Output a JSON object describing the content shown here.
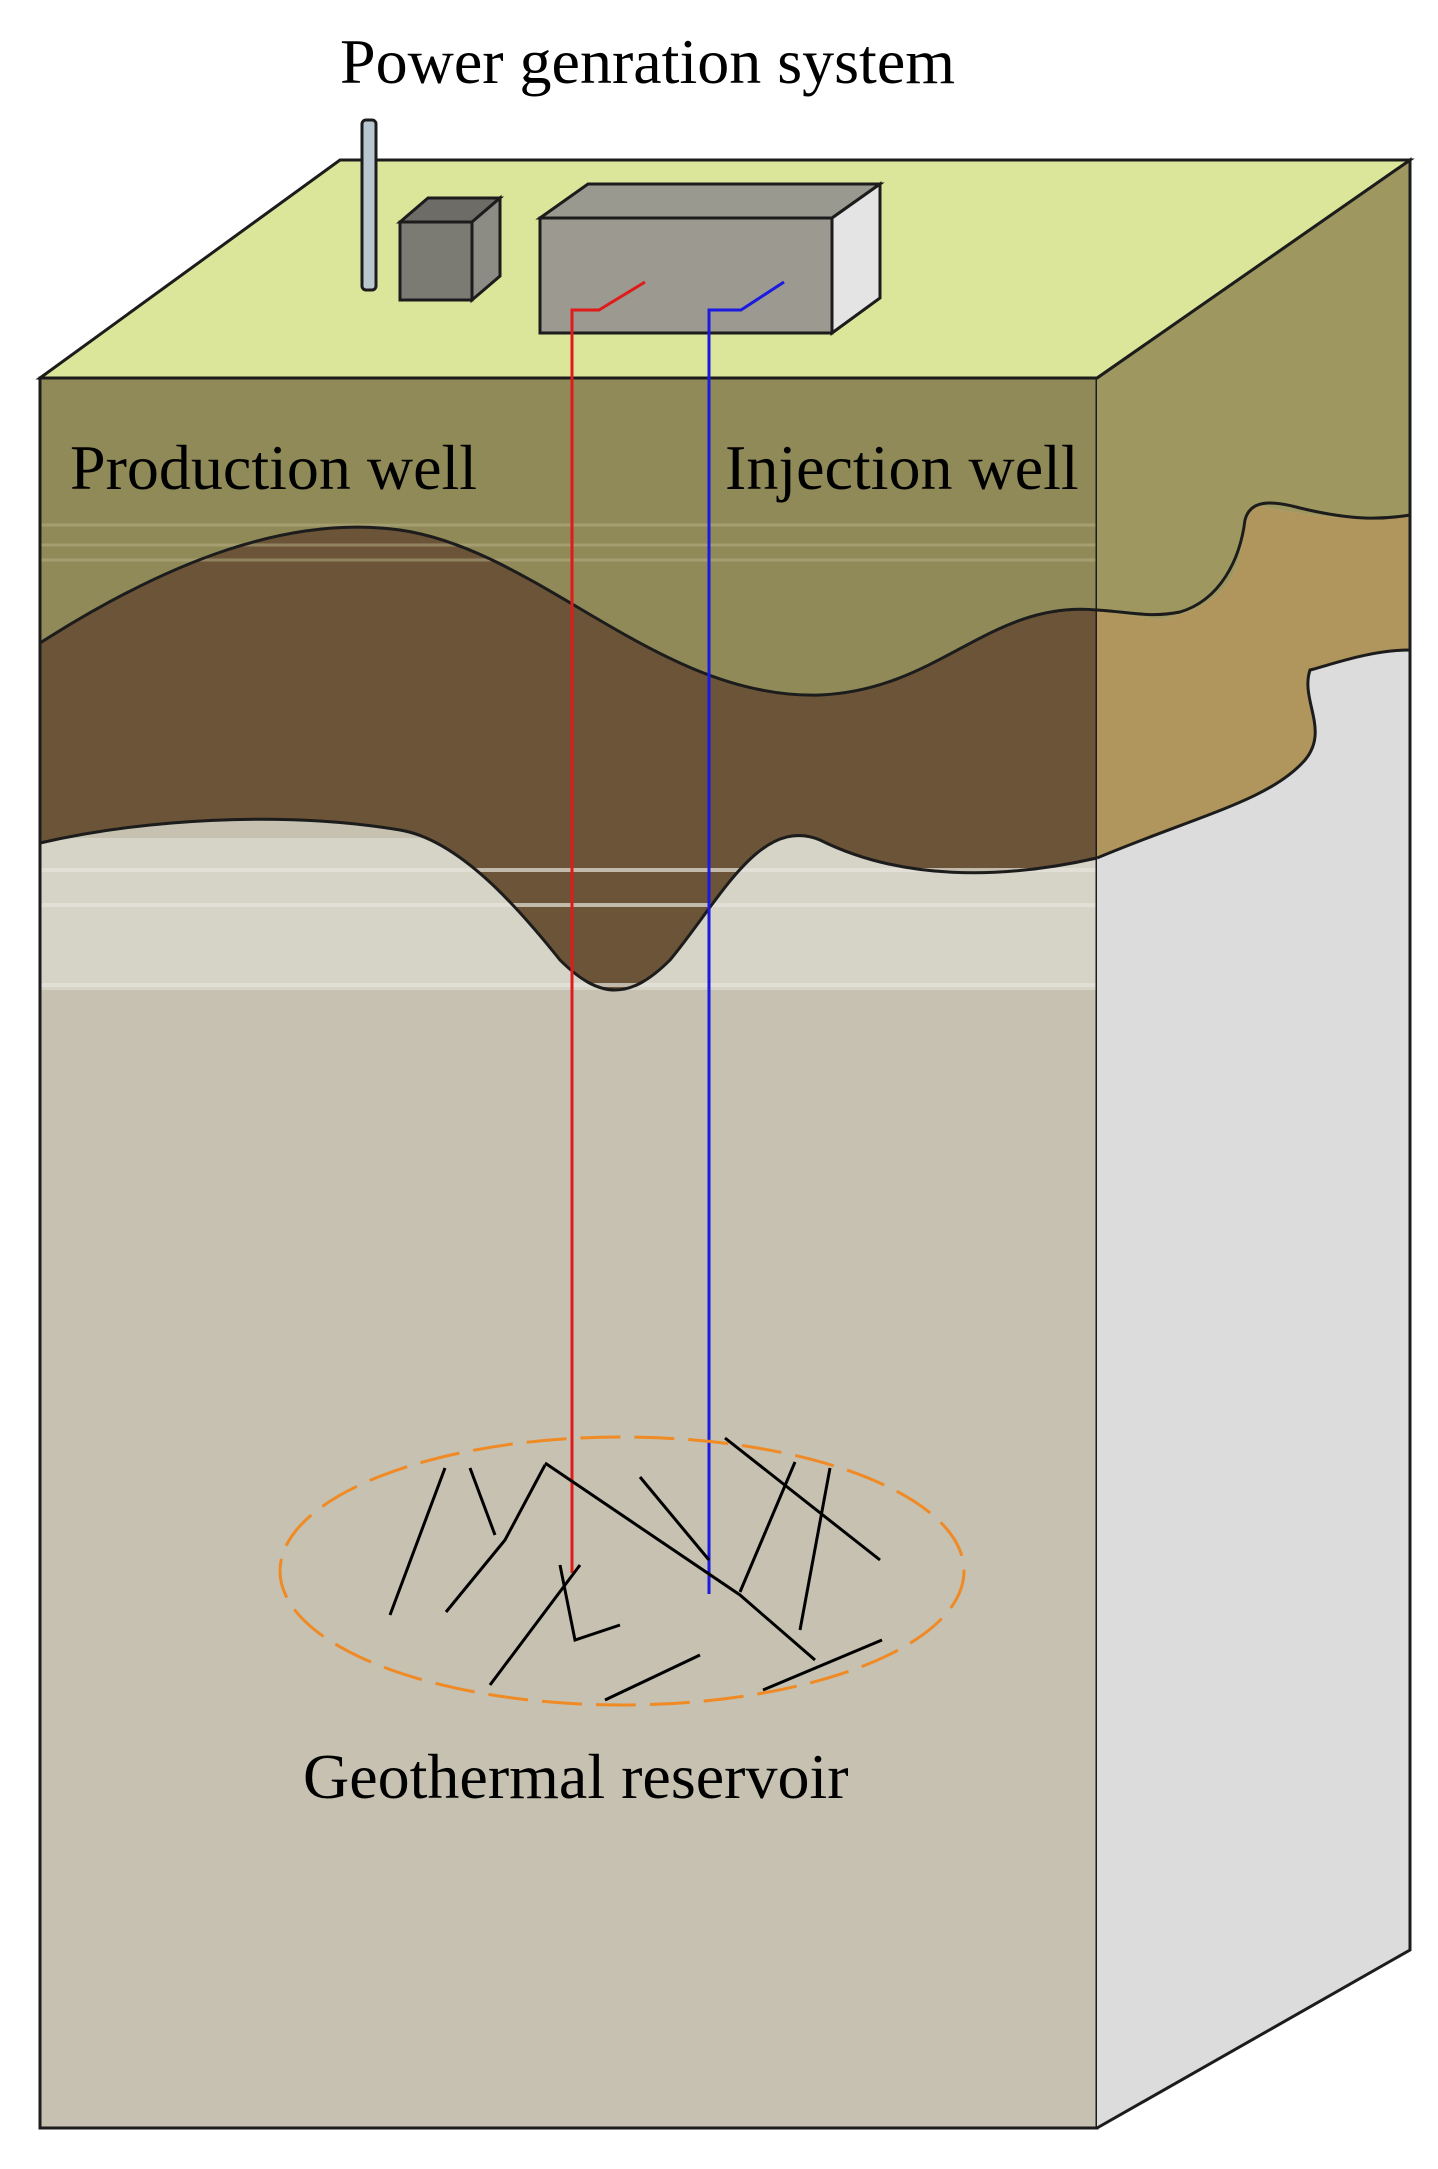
{
  "labels": {
    "title": "Power genration system",
    "production_well": "Production well",
    "injection_well": "Injection well",
    "reservoir": "Geothermal reservoir"
  },
  "colors": {
    "top_surface": "#dbe69a",
    "upper_soil": "#8f8a58",
    "middle_layer": "#6b5437",
    "right_side_soil": "#b0955c",
    "light_layer": "#d3d0c3",
    "deep_rock": "#c6c1b0",
    "right_face_rock": "#dcdcdc",
    "production_pipe": "#e01b1b",
    "injection_pipe": "#1a1ae0",
    "reservoir_outline": "#f08a24",
    "fractures": "#000000"
  },
  "icons": [
    "chimney-icon",
    "small-building-icon",
    "power-plant-icon"
  ]
}
